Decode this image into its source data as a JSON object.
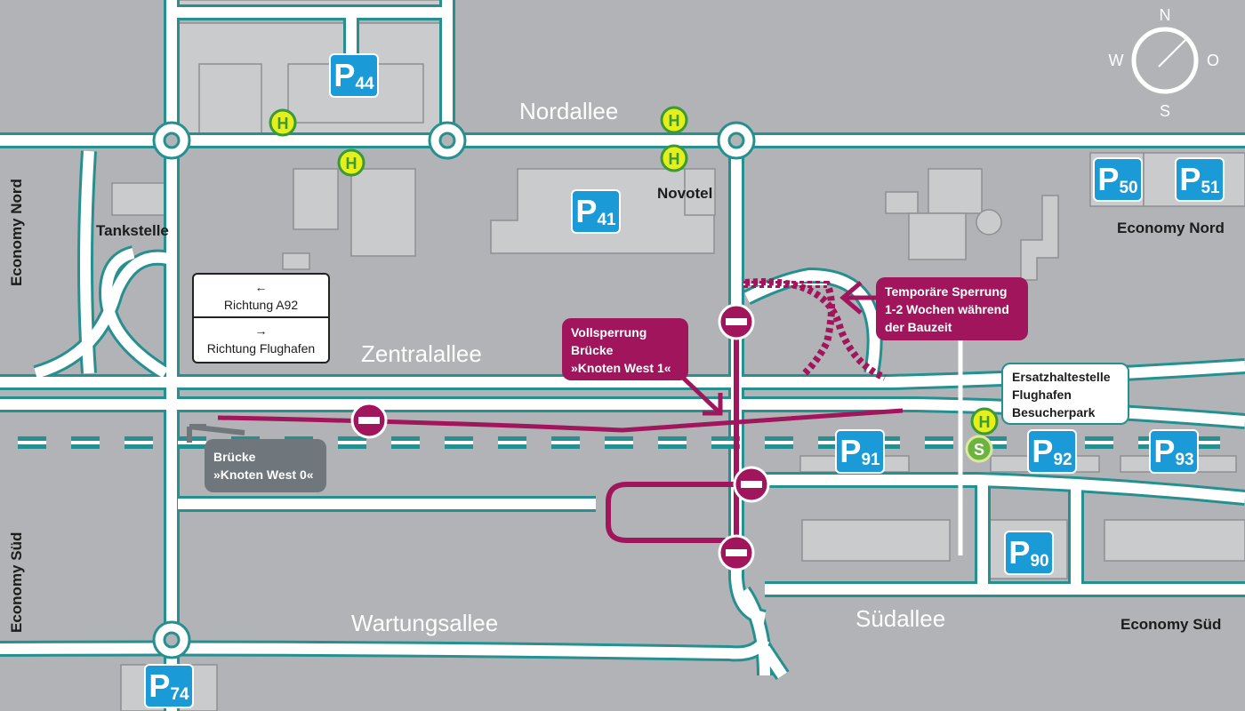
{
  "colors": {
    "background": "#b1b3b6",
    "road": "#ffffff",
    "road_edge": "#25908f",
    "closure": "#a0155c",
    "parking": "#1a9ad6",
    "bus_stop": "#e6ef1a",
    "s_bahn": "#6cb33f"
  },
  "streets": {
    "nordallee": "Nordallee",
    "zentralallee": "Zentralallee",
    "wartungsallee": "Wartungsallee",
    "suedallee": "Südallee"
  },
  "places": {
    "tankstelle": "Tankstelle",
    "novotel": "Novotel",
    "economy_nord_left": "Economy Nord",
    "economy_sued_left": "Economy Süd",
    "economy_nord_right": "Economy Nord",
    "economy_sued_right": "Economy Süd"
  },
  "compass": {
    "n": "N",
    "s": "S",
    "w": "W",
    "o": "O"
  },
  "direction_sign": {
    "top_arrow": "←",
    "top_label": "Richtung A92",
    "bottom_arrow": "→",
    "bottom_label": "Richtung Flughafen"
  },
  "callouts": {
    "vollsperrung": [
      "Vollsperrung",
      "Brücke",
      "»Knoten West 1«"
    ],
    "temporaer": [
      "Temporäre Sperrung",
      "1-2 Wochen während",
      "der Bauzeit"
    ],
    "knoten_west_0": [
      "Brücke",
      "»Knoten West 0«"
    ],
    "ersatzhaltestelle": [
      "Ersatzhaltestelle",
      "Flughafen",
      "Besucherpark"
    ]
  },
  "parking": [
    {
      "p": "P",
      "n": "44"
    },
    {
      "p": "P",
      "n": "41"
    },
    {
      "p": "P",
      "n": "50"
    },
    {
      "p": "P",
      "n": "51"
    },
    {
      "p": "P",
      "n": "91"
    },
    {
      "p": "P",
      "n": "92"
    },
    {
      "p": "P",
      "n": "93"
    },
    {
      "p": "P",
      "n": "90"
    },
    {
      "p": "P",
      "n": "74"
    }
  ],
  "stops": {
    "bus": "H",
    "sbahn": "S"
  },
  "icons": [
    "no-entry-icon",
    "bus-stop-icon",
    "s-bahn-icon",
    "compass-icon",
    "roundabout-icon",
    "parking-icon"
  ]
}
